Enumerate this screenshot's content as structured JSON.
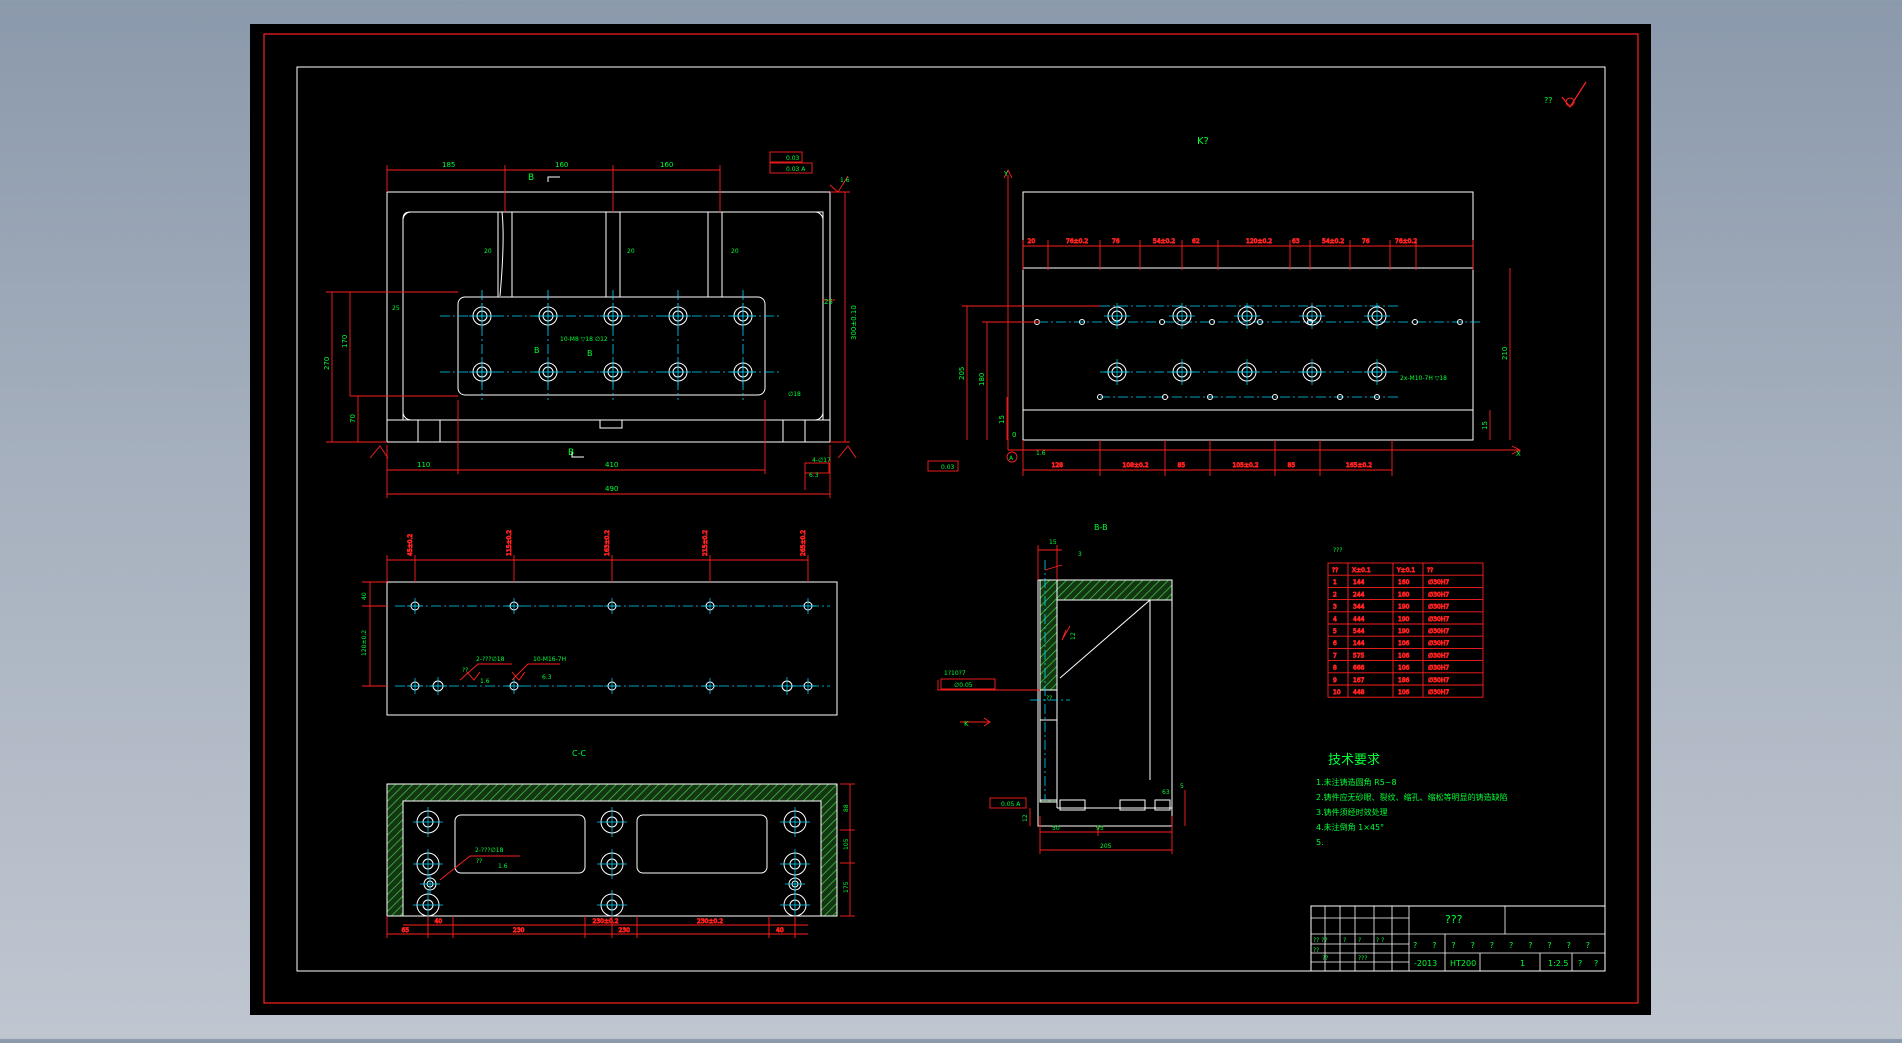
{
  "colors": {
    "viewport_bg": "#000000",
    "frame": "#ff2020",
    "outline": "#ffffff",
    "dimension": "#ff2020",
    "text": "#00ff33",
    "centerline": "#00d8ff",
    "hatch": "#33aa33",
    "table_text": "#ffffff"
  },
  "roughness_symbol_text": "??",
  "view_labels": {
    "k_view": "K?",
    "bb_section": "B-B",
    "cc_section": "C-C",
    "section_b_marks": [
      "B",
      "B"
    ],
    "k_arrow": "K",
    "sec_b_inner": [
      "B",
      "B"
    ]
  },
  "front_dims": {
    "top": [
      "185",
      "160",
      "160"
    ],
    "bottom": [
      "110",
      "410",
      "490"
    ],
    "left": [
      "270",
      "170",
      "70"
    ],
    "right": [
      "300±0.10",
      "25"
    ],
    "small": [
      "20",
      "20",
      "20",
      "25",
      "6.3",
      "1.6"
    ],
    "hole_note": "10-M8 ▽18 ∅12",
    "tolerance_boxes": [
      "0.03",
      "0.03 A"
    ],
    "misc": [
      "4-∅17",
      "∅18"
    ]
  },
  "k_view_dims": {
    "top": [
      "20",
      "76±0.2",
      "76",
      "54±0.2",
      "62",
      "120±0.2",
      "63",
      "54±0.2",
      "76",
      "76±0.2"
    ],
    "bottom": [
      "128",
      "108±0.2",
      "85",
      "105±0.2",
      "85",
      "165±0.2"
    ],
    "left": [
      "205",
      "180",
      "15",
      "0"
    ],
    "right": [
      "210",
      "15"
    ],
    "hole_note": "2x-M10-7H ▽18",
    "tol": "0.03",
    "roughness": "1.6",
    "datum": "A",
    "axis": [
      "Y",
      "X"
    ]
  },
  "hole_view_dims": {
    "top": [
      "45±0.2",
      "115±0.2",
      "163±0.2",
      "215±0.2",
      "265±0.2"
    ],
    "left": [
      "40",
      "120±0.2"
    ],
    "notes": [
      "2-???∅18",
      "10-M16-7H"
    ],
    "values": [
      "??",
      "1.6",
      "6.3"
    ]
  },
  "cc_dims": {
    "bottom": [
      "65",
      "40",
      "230",
      "230±0.2",
      "230",
      "230±0.2",
      "40"
    ],
    "right": [
      "88",
      "105",
      "175"
    ],
    "note": "2-???∅18",
    "values": [
      "??",
      "1.6"
    ]
  },
  "bb_dims": {
    "top": [
      "15",
      "3"
    ],
    "bottom": [
      "50",
      "95",
      "205"
    ],
    "left": [
      "12"
    ],
    "right": [
      "63",
      "5"
    ],
    "values": [
      "12",
      "??"
    ],
    "tol_left": "1?10?7",
    "tol_box": "∅0.05",
    "perp_box": "0.05 A"
  },
  "hole_table": {
    "caption": "???",
    "headers": [
      "??",
      "X±0.1",
      "Y±0.1",
      "??"
    ],
    "rows": [
      [
        "1",
        "144",
        "160",
        "∅30H7"
      ],
      [
        "2",
        "244",
        "160",
        "∅30H7"
      ],
      [
        "3",
        "344",
        "190",
        "∅30H7"
      ],
      [
        "4",
        "444",
        "190",
        "∅30H7"
      ],
      [
        "5",
        "544",
        "190",
        "∅30H7"
      ],
      [
        "6",
        "144",
        "106",
        "∅30H7"
      ],
      [
        "7",
        "575",
        "106",
        "∅30H7"
      ],
      [
        "8",
        "666",
        "106",
        "∅30H7"
      ],
      [
        "9",
        "167",
        "186",
        "∅30H7"
      ],
      [
        "10",
        "448",
        "106",
        "∅30H7"
      ]
    ]
  },
  "tech_notes": {
    "title": "技术要求",
    "items": [
      "1.未注铸造圆角 R5~8",
      "2.铸件应无砂眼、裂纹、缩孔、缩松等明显的铸造缺陷",
      "3.铸件须经时效处理",
      "4.未注倒角 1×45°",
      "5."
    ]
  },
  "title_block": {
    "name": "???",
    "row1": [
      "?",
      "?",
      "?",
      "?",
      "?",
      "?",
      "?",
      "?",
      "?",
      "?"
    ],
    "left_grid": [
      "?? ??",
      "?",
      "?",
      "??",
      "? ?",
      "??",
      "???"
    ],
    "date": "-2013",
    "material": "HT200",
    "qty": "1",
    "scale": "1:2.5",
    "sheet": [
      "?",
      "?"
    ]
  }
}
